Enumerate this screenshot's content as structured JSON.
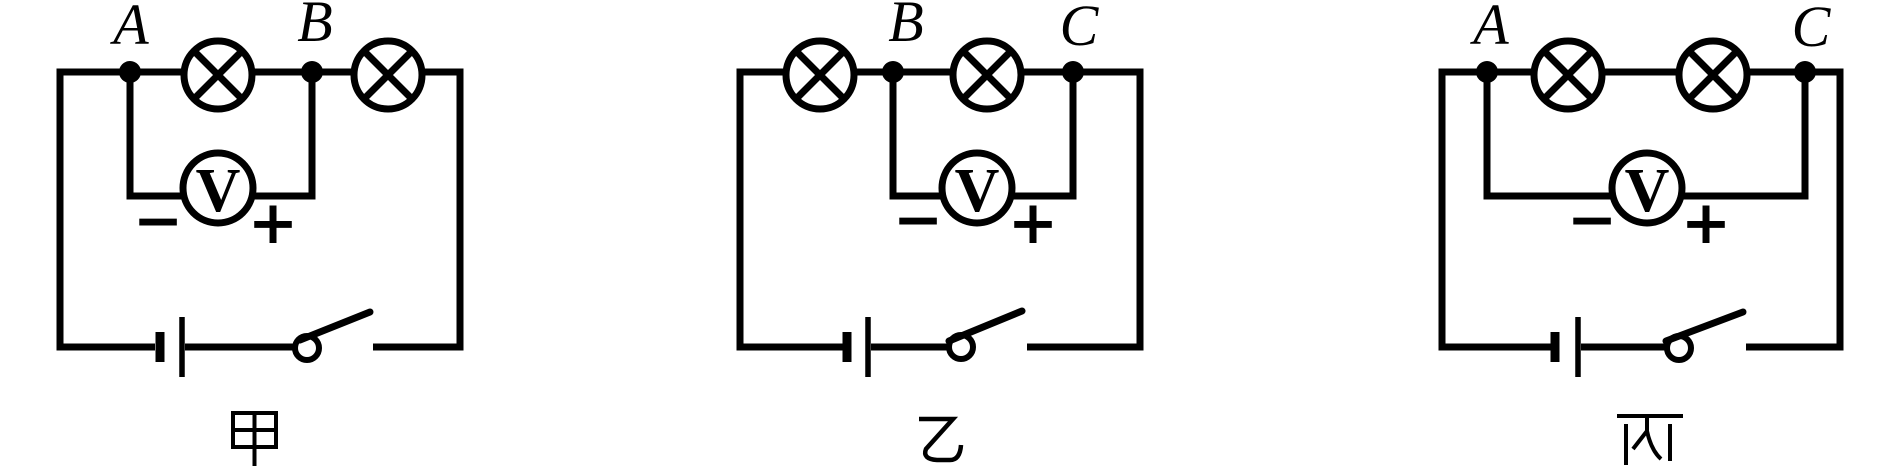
{
  "figure": {
    "type": "series-circuit-diagrams",
    "background_color": "#ffffff",
    "ink_color": "#000000",
    "circuits": [
      {
        "caption": "甲",
        "nodes": [
          "A",
          "B"
        ],
        "lamp_count": 2,
        "voltmeter": {
          "symbol": "V",
          "negative_terminal": "−",
          "positive_terminal": "+",
          "measures_across": "A–B"
        },
        "battery_cells": 1,
        "switch_state": "open"
      },
      {
        "caption": "乙",
        "nodes": [
          "B",
          "C"
        ],
        "lamp_count": 2,
        "voltmeter": {
          "symbol": "V",
          "negative_terminal": "−",
          "positive_terminal": "+",
          "measures_across": "B–C"
        },
        "battery_cells": 1,
        "switch_state": "open"
      },
      {
        "caption": "丙",
        "nodes": [
          "A",
          "C"
        ],
        "lamp_count": 2,
        "voltmeter": {
          "symbol": "V",
          "negative_terminal": "−",
          "positive_terminal": "+",
          "measures_across": "A–C"
        },
        "battery_cells": 1,
        "switch_state": "open"
      }
    ]
  }
}
